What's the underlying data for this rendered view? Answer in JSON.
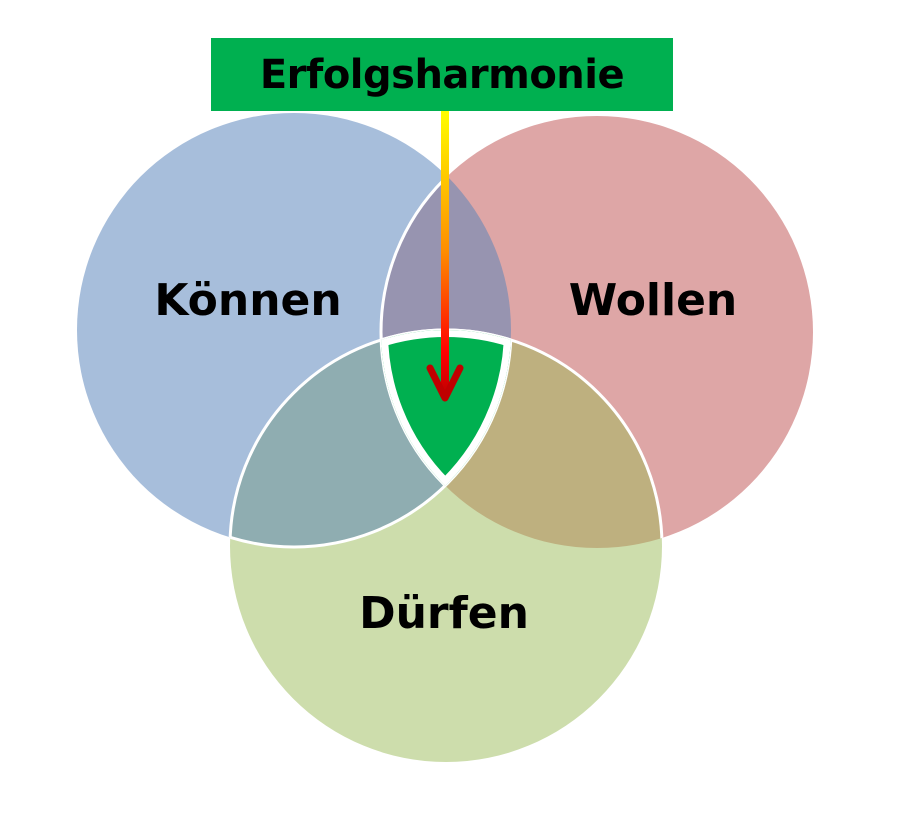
{
  "title": "Erfolgsharmonie",
  "circles": [
    {
      "label": "Können",
      "color": "#a7bedb"
    },
    {
      "label": "Wollen",
      "color": "#dea6a6"
    },
    {
      "label": "Dürfen",
      "color": "#cdddac"
    }
  ],
  "overlap_colors": {
    "koennen_wollen": "#9794b0",
    "koennen_duerfen": "#8fadb1",
    "wollen_duerfen": "#beb07f",
    "all": "#00b050"
  },
  "arrow": {
    "from_color": "#ffff00",
    "to_color": "#c00000"
  }
}
